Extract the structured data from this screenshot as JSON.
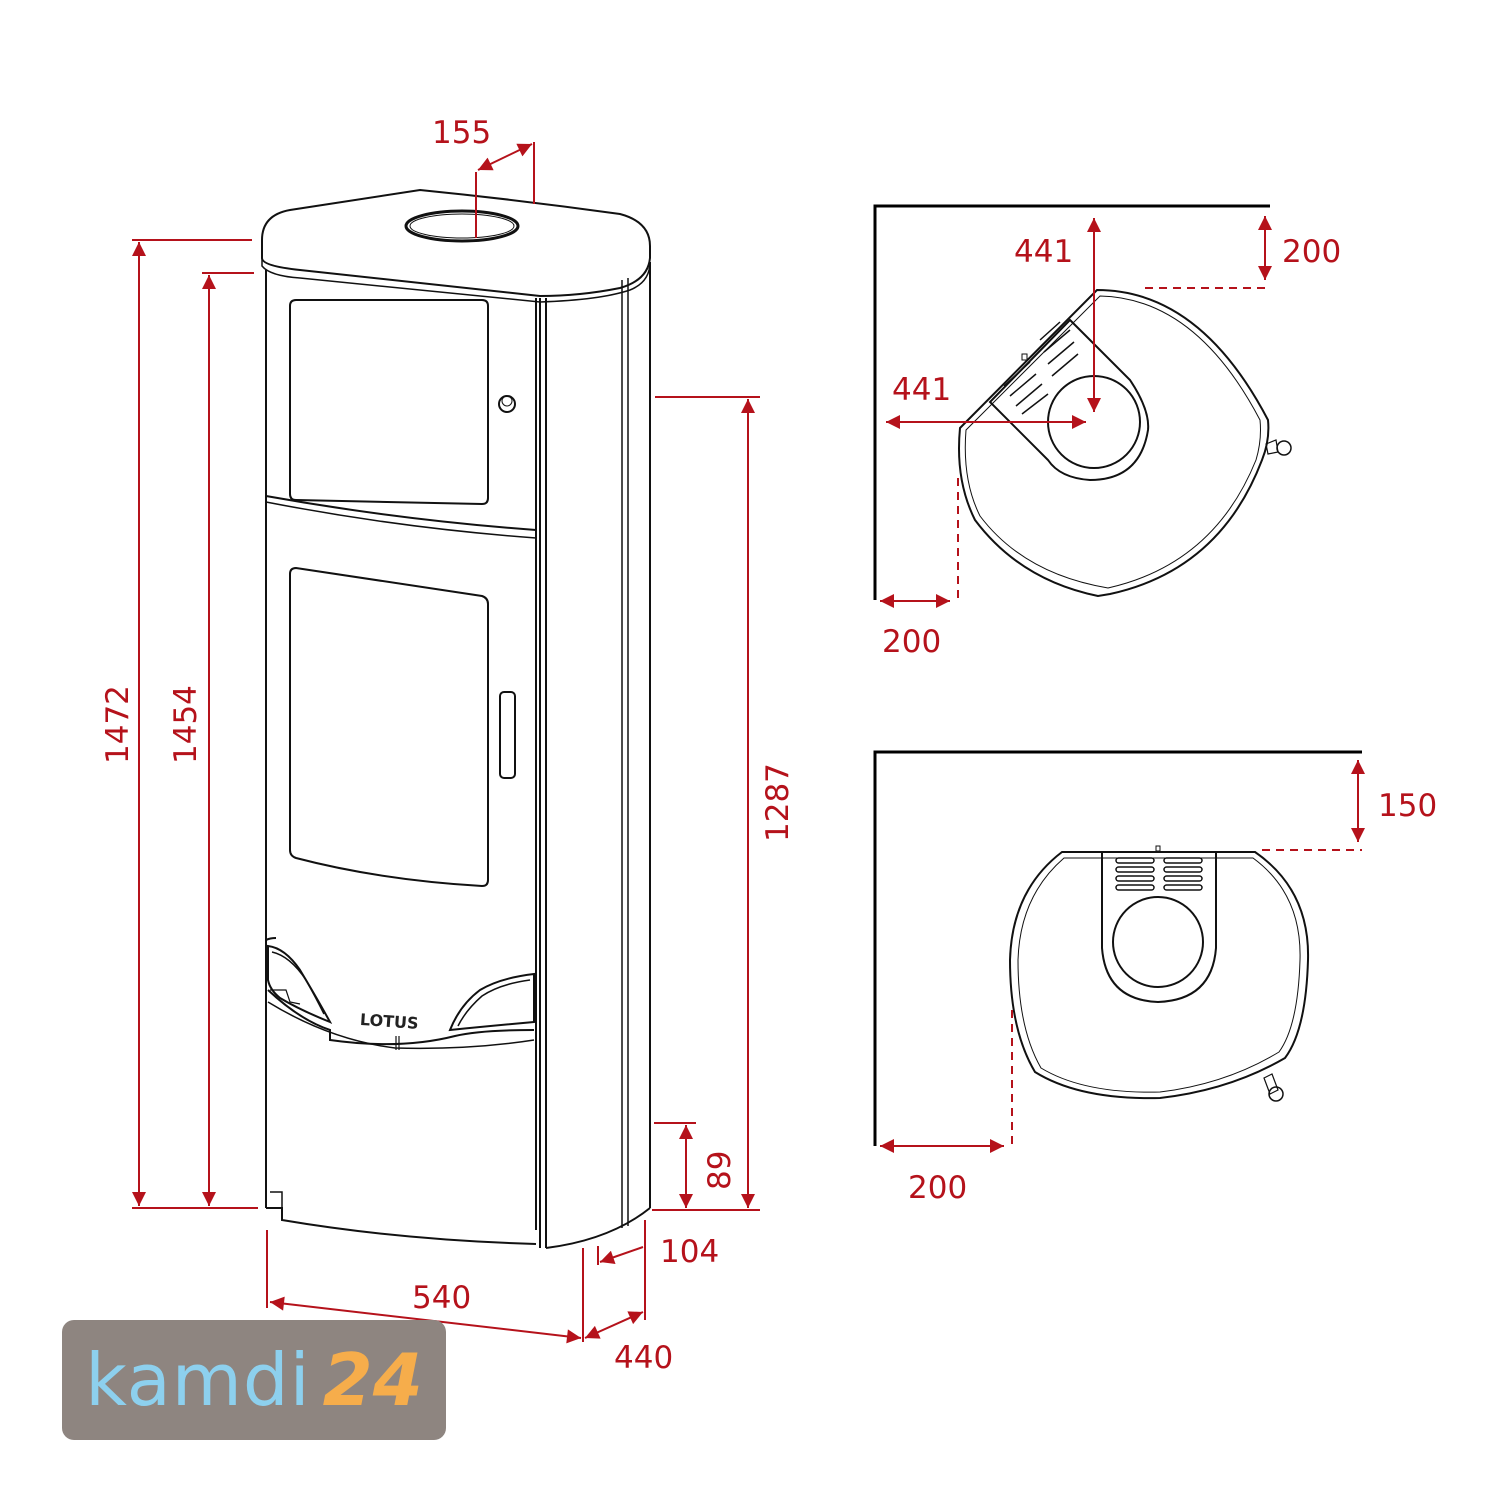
{
  "drawing": {
    "subject": "Wood-burning stove dimension drawing",
    "brand_label": "LOTUS",
    "colors": {
      "dimension": "#b5121b",
      "outline": "#111111",
      "wall": "#000000"
    }
  },
  "front_view": {
    "dimensions": {
      "flue_offset": "155",
      "total_height": "1472",
      "flue_top_height": "1454",
      "rear_outlet_height": "1287",
      "air_inlet_height": "89",
      "rear_offset": "104",
      "width": "540",
      "depth": "440"
    }
  },
  "corner_installation": {
    "dimensions": {
      "flue_from_back_wall": "441",
      "flue_from_side_wall": "441",
      "clearance_back": "200",
      "clearance_side": "200"
    }
  },
  "wall_installation": {
    "dimensions": {
      "clearance_back": "150",
      "clearance_side": "200"
    }
  },
  "logo": {
    "word": "kamdi",
    "number": "24",
    "colors": {
      "background": "#8e8580",
      "word": "#8dd0ee",
      "number": "#f6ad4b"
    }
  }
}
